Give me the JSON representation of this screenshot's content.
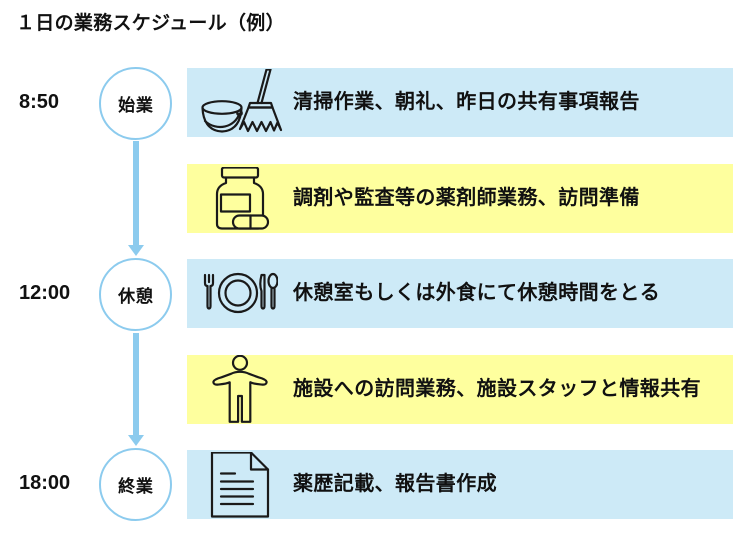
{
  "title": "１日の業務スケジュール（例）",
  "colors": {
    "accent_blue": "#8ccbee",
    "row_blue": "#cdeaf7",
    "row_yellow": "#feff9e",
    "text": "#111111"
  },
  "timeline": [
    {
      "time": "8:50",
      "label": "始業"
    },
    {
      "time": "12:00",
      "label": "休憩"
    },
    {
      "time": "18:00",
      "label": "終業"
    }
  ],
  "rows": [
    {
      "icon": "cleaning-icon",
      "bg": "#cdeaf7",
      "text": "清掃作業、朝礼、昨日の共有事項報告"
    },
    {
      "icon": "medicine-icon",
      "bg": "#feff9e",
      "text": "調剤や監査等の薬剤師業務、訪問準備"
    },
    {
      "icon": "meal-icon",
      "bg": "#cdeaf7",
      "text": "休憩室もしくは外食にて休憩時間をとる"
    },
    {
      "icon": "person-icon",
      "bg": "#feff9e",
      "text": "施設への訪問業務、施設スタッフと情報共有"
    },
    {
      "icon": "document-icon",
      "bg": "#cdeaf7",
      "text": "薬歴記載、報告書作成"
    }
  ]
}
